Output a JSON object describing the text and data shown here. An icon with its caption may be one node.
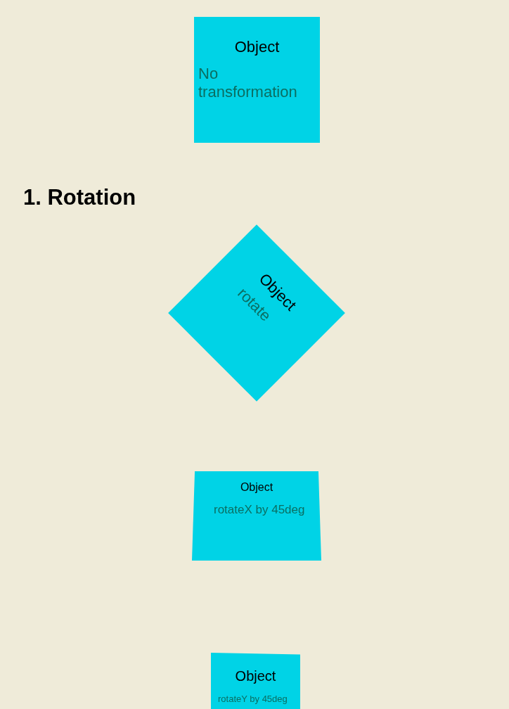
{
  "diagram": {
    "nodes": [
      {
        "text": [
          "Object",
          "No transformation"
        ]
      },
      {
        "text": [
          "Object",
          "rotate"
        ]
      },
      {
        "text": [
          "Object",
          "rotateX by 45deg"
        ]
      },
      {
        "text": [
          "Object",
          "rotateY by 45deg"
        ]
      }
    ],
    "labels": [
      "1. Rotation"
    ]
  }
}
